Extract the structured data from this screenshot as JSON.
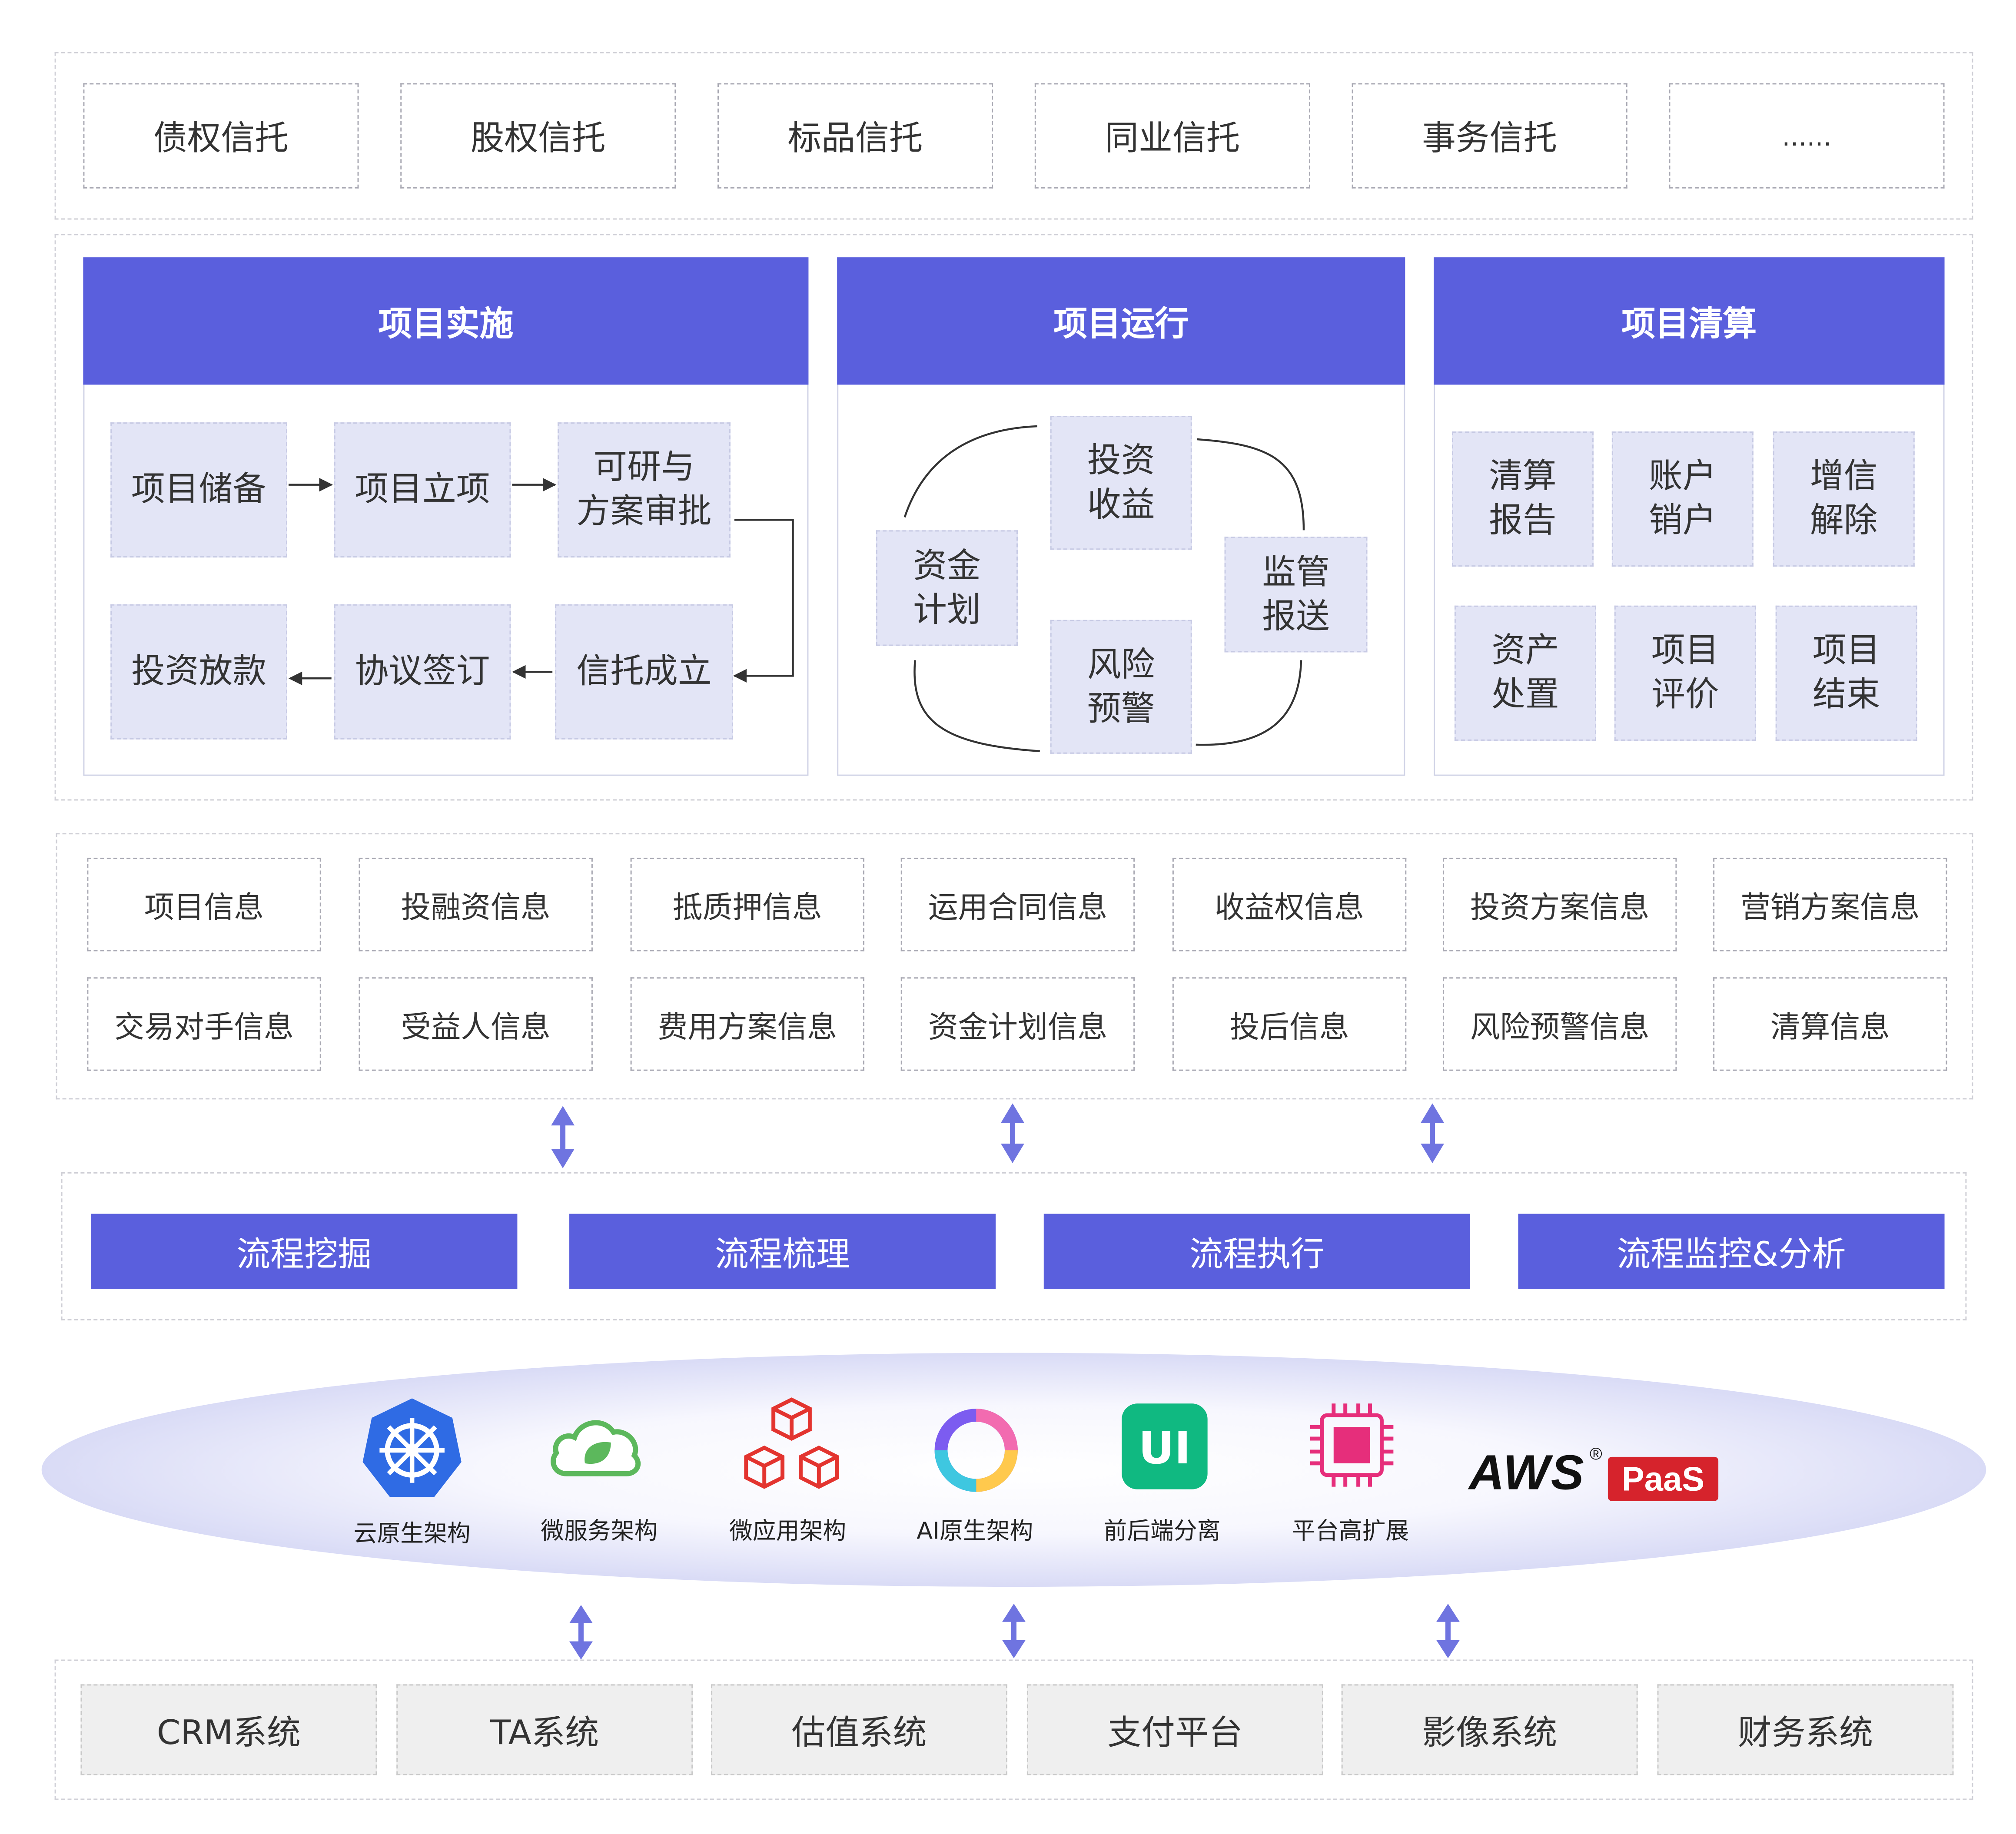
{
  "trust_types": [
    "债权信托",
    "股权信托",
    "标品信托",
    "同业信托",
    "事务信托",
    "......"
  ],
  "project_implementation": {
    "title": "项目实施",
    "nodes": {
      "reserve": "项目储备",
      "approval": "项目立项",
      "review_line1": "可研与",
      "review_line2": "方案审批",
      "establish": "信托成立",
      "sign": "协议签订",
      "loan": "投资放款"
    }
  },
  "project_operation": {
    "title": "项目运行",
    "nodes": {
      "income_1": "投资",
      "income_2": "收益",
      "fund_1": "资金",
      "fund_2": "计划",
      "report_1": "监管",
      "report_2": "报送",
      "risk_1": "风险",
      "risk_2": "预警"
    }
  },
  "project_liquidation": {
    "title": "项目清算",
    "nodes": [
      [
        "清算",
        "报告"
      ],
      [
        "账户",
        "销户"
      ],
      [
        "增信",
        "解除"
      ],
      [
        "资产",
        "处置"
      ],
      [
        "项目",
        "评价"
      ],
      [
        "项目",
        "结束"
      ]
    ]
  },
  "info_items": [
    "项目信息",
    "投融资信息",
    "抵质押信息",
    "运用合同信息",
    "收益权信息",
    "投资方案信息",
    "营销方案信息",
    "交易对手信息",
    "受益人信息",
    "费用方案信息",
    "资金计划信息",
    "投后信息",
    "风险预警信息",
    "清算信息"
  ],
  "process_buttons": [
    "流程挖掘",
    "流程梳理",
    "流程执行",
    "流程监控&分析"
  ],
  "tech_items": [
    {
      "label": "云原生架构",
      "icon": "kubernetes-icon"
    },
    {
      "label": "微服务架构",
      "icon": "spring-cloud-icon"
    },
    {
      "label": "微应用架构",
      "icon": "cubes-icon"
    },
    {
      "label": "AI原生架构",
      "icon": "ai-ring-icon"
    },
    {
      "label": "前后端分离",
      "icon": "ui-icon"
    },
    {
      "label": "平台高扩展",
      "icon": "chip-icon"
    }
  ],
  "brand": {
    "aws": "AWS",
    "registered": "®",
    "paas": "PaaS",
    "accent": "#d6232c"
  },
  "systems": [
    "CRM系统",
    "TA系统",
    "估值系统",
    "支付平台",
    "影像系统",
    "财务系统"
  ],
  "colors": {
    "primary": "#5a5fdd",
    "node_bg": "#e3e5f6",
    "arrow": "#6f74e0"
  }
}
